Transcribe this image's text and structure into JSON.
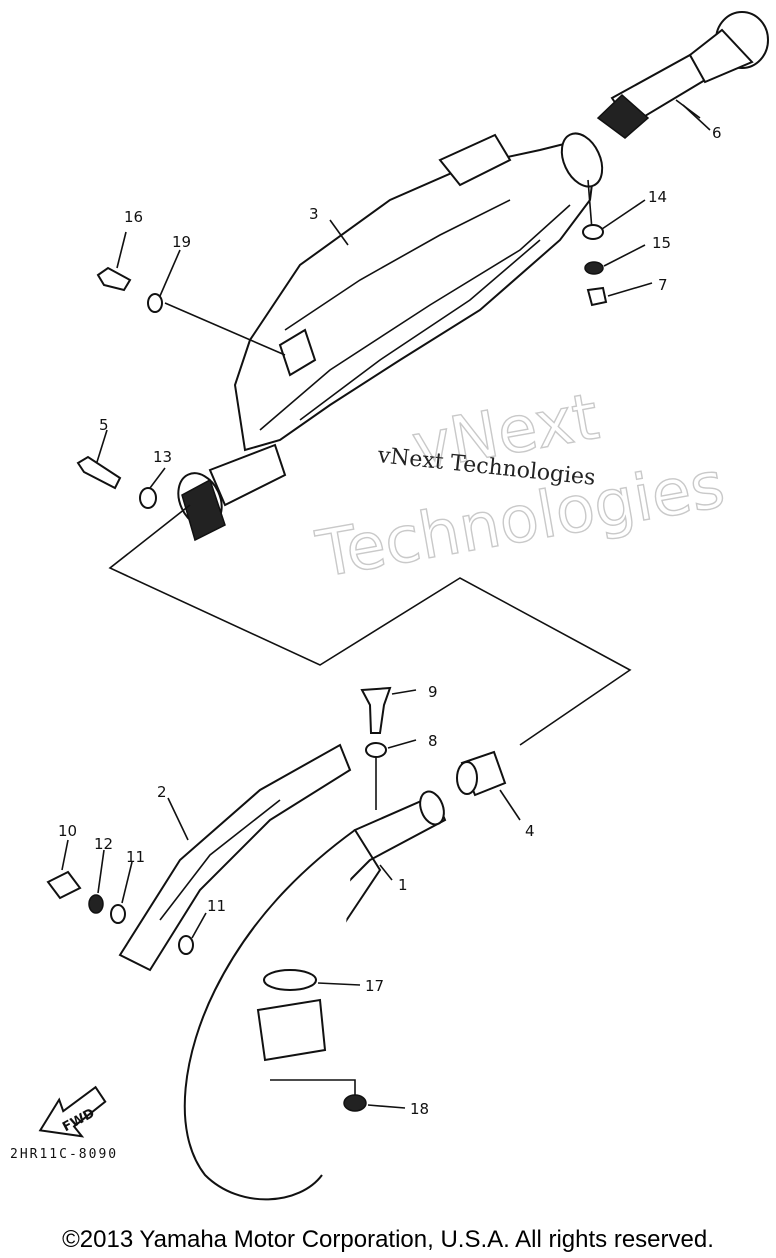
{
  "diagram": {
    "callouts": [
      "1",
      "2",
      "3",
      "4",
      "5",
      "6",
      "7",
      "8",
      "9",
      "10",
      "11",
      "11",
      "12",
      "13",
      "14",
      "15",
      "16",
      "17",
      "18",
      "19"
    ],
    "drawing_code": "2HR11C-8090",
    "fwd_label": "FWD"
  },
  "watermark": {
    "outline_line1": "vNext",
    "outline_line2": "Technologies",
    "serif_text": "vNext Technologies"
  },
  "footer": {
    "copyright": "©2013 Yamaha Motor Corporation, U.S.A. All rights reserved."
  }
}
